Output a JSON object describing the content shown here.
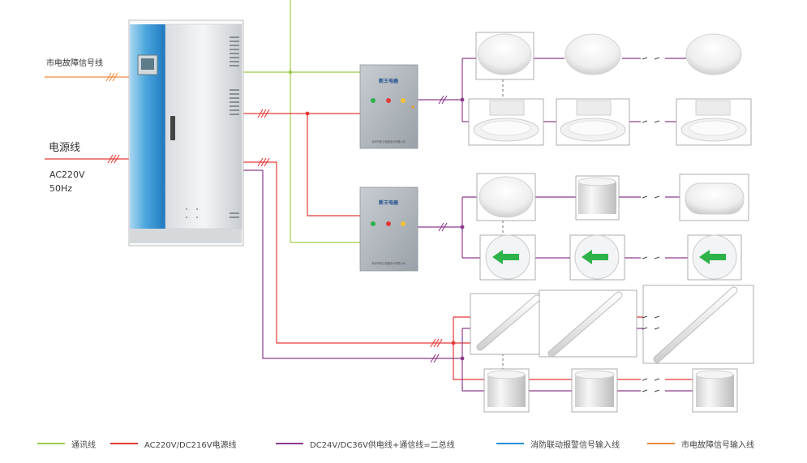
{
  "labels": {
    "mains_fault_signal": "市电故障信号线",
    "power_line": "电源线",
    "voltage": "AC220V",
    "frequency": "50Hz"
  },
  "cabinet": {
    "body_color": "#e9ecef",
    "panel_color": "#4aa6dc"
  },
  "controller_box": {
    "brand": "新王电器",
    "footer": "深圳市新王电器技术有限公司"
  },
  "legend": [
    {
      "label": "通讯线",
      "color": "#9ccc4a"
    },
    {
      "label": "AC220V/DC216V电源线",
      "color": "#e53935"
    },
    {
      "label": "DC24V/DC36V供电线+通信线=二总线",
      "color": "#8e3a8e"
    },
    {
      "label": "消防联动报警信号输入线",
      "color": "#2a8fd6"
    },
    {
      "label": "市电故障信号输入线",
      "color": "#f08a3c"
    }
  ],
  "colors": {
    "comm": "#9ccc4a",
    "power": "#e53935",
    "bus": "#8e3a8e",
    "fire": "#2a8fd6",
    "fault": "#f08a3c",
    "exit_arrow": "#2eb24a"
  },
  "icons": [
    "cabinet-icon",
    "controller-box-icon",
    "ceiling-light-icon",
    "downlight-icon",
    "cylinder-light-icon",
    "wall-lamp-icon",
    "exit-sign-icon",
    "tube-light-icon"
  ]
}
